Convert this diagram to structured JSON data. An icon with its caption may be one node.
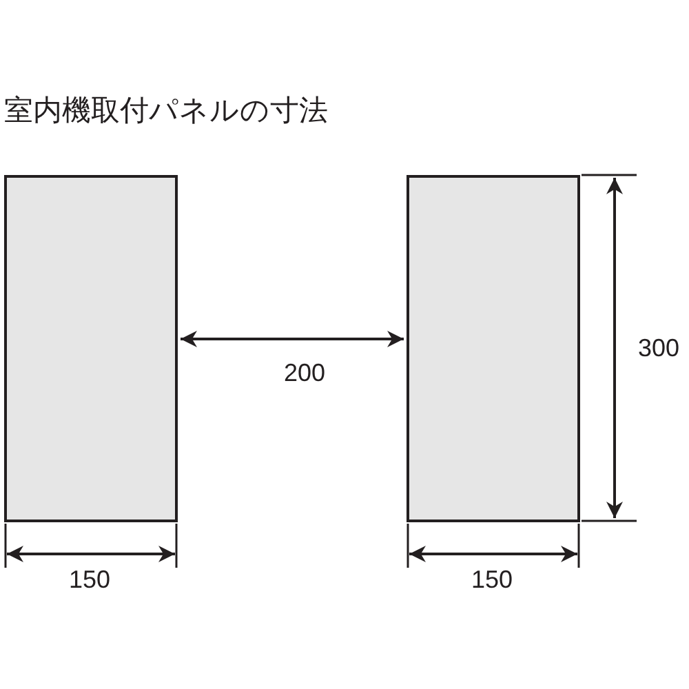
{
  "diagram": {
    "title": "室内機取付パネルの寸法",
    "nodes": [
      {
        "text": [],
        "shape": "box"
      },
      {
        "text": [],
        "shape": "box"
      }
    ],
    "edges": [
      {
        "from": 0,
        "to": 1,
        "arrow": "both",
        "label": "200"
      }
    ],
    "labels": [
      "300",
      "150",
      "150"
    ]
  }
}
